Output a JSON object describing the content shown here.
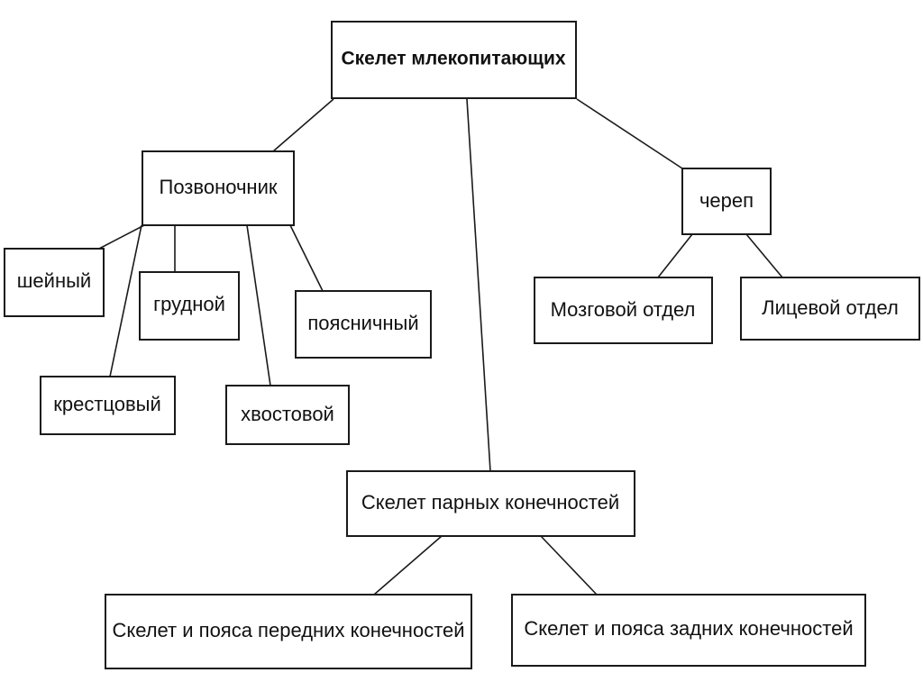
{
  "diagram": {
    "root": "Скелет млекопитающих",
    "spine": {
      "label": "Позвоночник",
      "parts": {
        "cervical": "шейный",
        "thoracic": "грудной",
        "lumbar": "поясничный",
        "sacral": "крестцовый",
        "caudal": "хвостовой"
      }
    },
    "skull": {
      "label": "череп",
      "parts": {
        "brain": "Мозговой отдел",
        "facial": "Лицевой отдел"
      }
    },
    "limbs": {
      "label": "Скелет парных конечностей",
      "parts": {
        "front": "Скелет и пояса передних конечностей",
        "hind": "Скелет и пояса задних конечностей"
      }
    }
  }
}
